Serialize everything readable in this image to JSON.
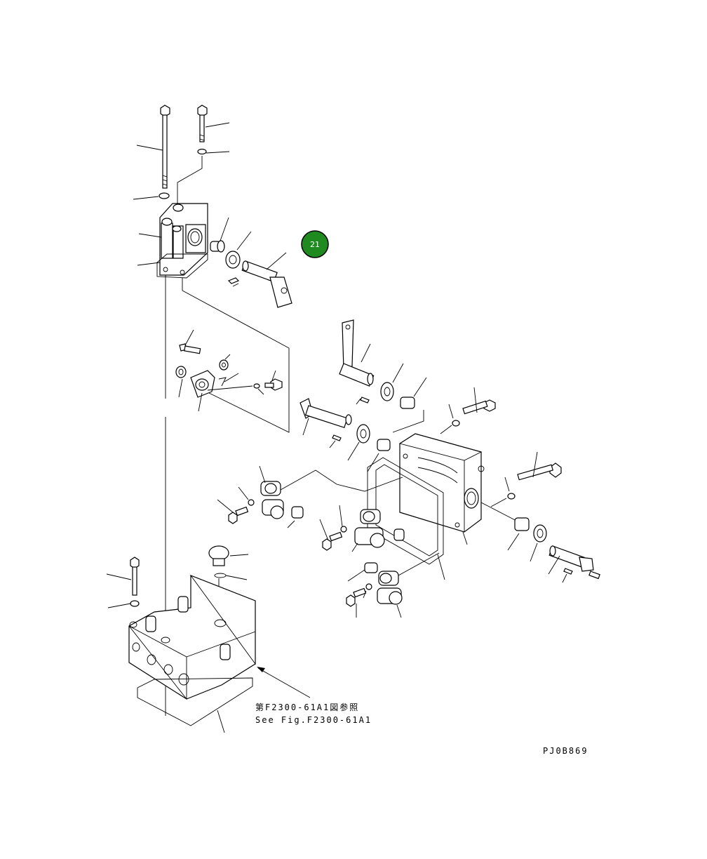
{
  "callout": {
    "number": "21",
    "color": "#1f8a1f"
  },
  "reference": {
    "line_jp": "第F2300-61A1図参照",
    "line_en": "See Fig.F2300-61A1"
  },
  "drawing_code": "PJ0B869"
}
